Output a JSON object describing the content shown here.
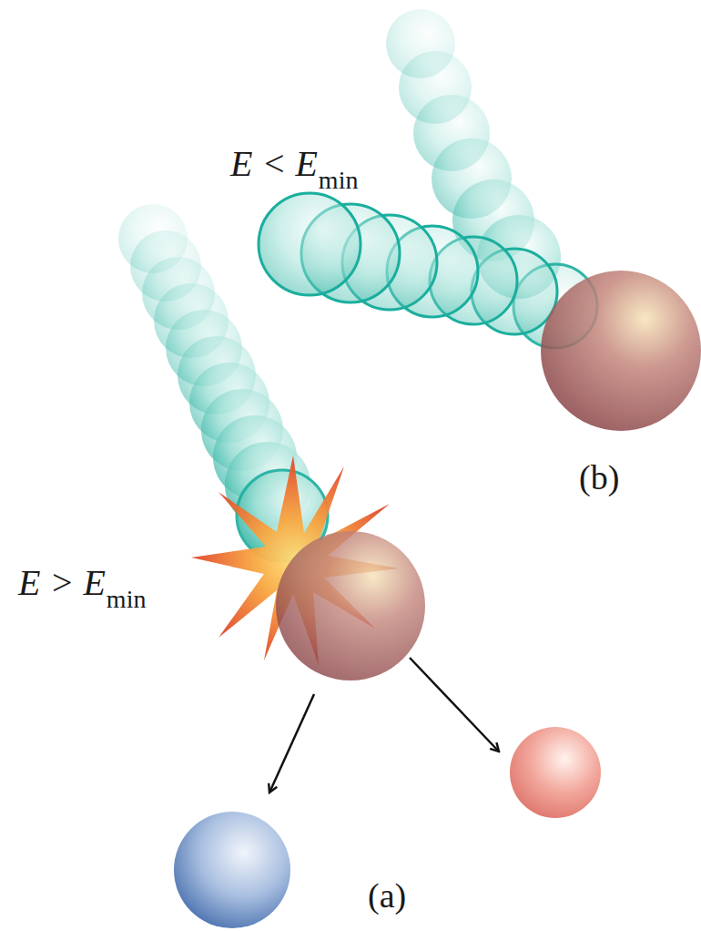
{
  "diagram": {
    "labels": [
      "E < E",
      "min",
      "(b)",
      "E > E",
      "min",
      "(a)"
    ]
  }
}
